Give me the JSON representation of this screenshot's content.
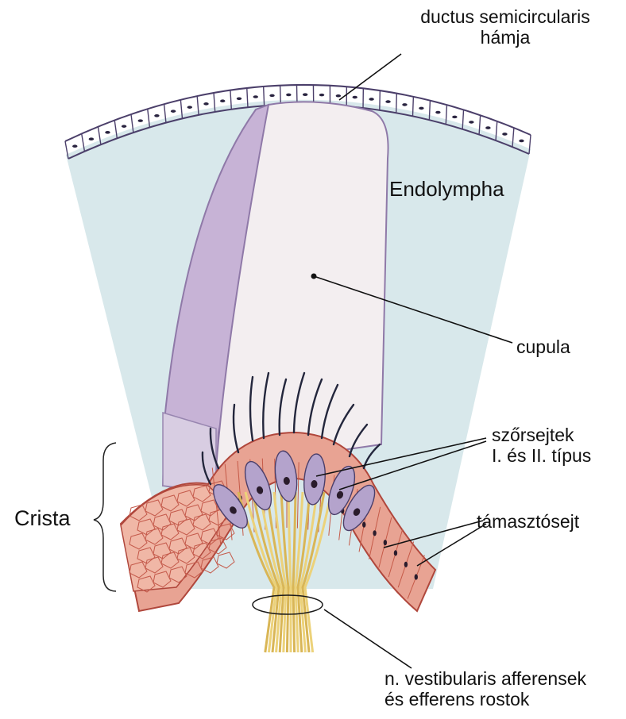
{
  "labels": {
    "ductus_line1": "ductus semicircularis",
    "ductus_line2": "hámja",
    "endolympha": "Endolympha",
    "cupula": "cupula",
    "szorsejtek_line1": "szőrsejtek",
    "szorsejtek_line2": "I. és II. típus",
    "crista": "Crista",
    "tamasztosejt": "támasztósejt",
    "nerve_line1": "n. vestibularis afferensek",
    "nerve_line2": "és efferens rostok"
  },
  "colors": {
    "endolymph": "#d8e8eb",
    "cupula_body": "#f3eef0",
    "cupula_edge": "#b9a3c8",
    "epithelium_outline": "#4b3f6a",
    "crista_tissue": "#e8a393",
    "crista_outline": "#b0473c",
    "hair_cell": "#b4a3cc",
    "hair": "#23263c",
    "nerve_fibers": "#ecd27a",
    "leader_line": "#111111"
  }
}
